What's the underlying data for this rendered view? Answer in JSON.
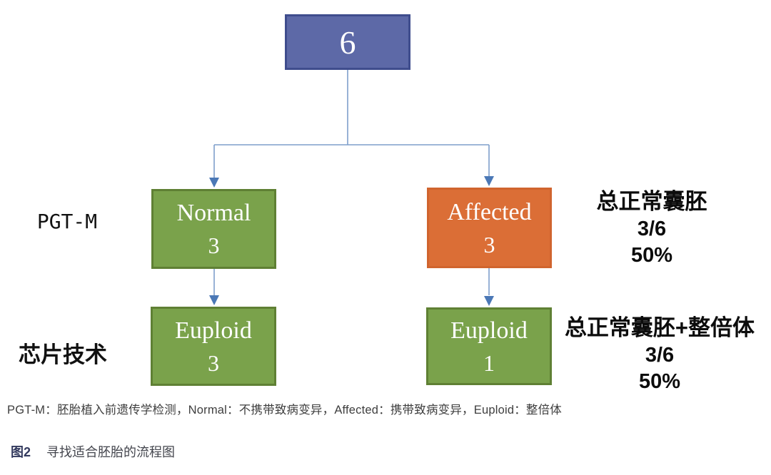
{
  "diagram": {
    "root": {
      "value": "6"
    },
    "branch_labels": {
      "row1": "PGT-M",
      "row2": "芯片技术"
    },
    "nodes": {
      "normal": {
        "name": "Normal",
        "count": "3"
      },
      "affected": {
        "name": "Affected",
        "count": "3"
      },
      "euploid_left": {
        "name": "Euploid",
        "count": "3"
      },
      "euploid_right": {
        "name": "Euploid",
        "count": "1"
      }
    },
    "annotations": {
      "right_top": {
        "title": "总正常囊胚",
        "fraction": "3/6",
        "percent": "50%"
      },
      "right_bottom": {
        "title": "总正常囊胚+整倍体",
        "fraction": "3/6",
        "percent": "50%"
      }
    },
    "colors": {
      "root_fill": "#5d69a7",
      "root_border": "#3f4d8d",
      "green_fill": "#7aa24b",
      "green_border": "#5f8034",
      "orange_fill": "#db6e36",
      "connector_line": "#7e9fcb",
      "arrowhead": "#4b78b6"
    }
  },
  "footnote": "PGT-M：胚胎植入前遗传学检测，Normal：不携带致病变异，Affected：携带致病变异，Euploid：整倍体",
  "caption": {
    "label": "图2",
    "text": "寻找适合胚胎的流程图"
  }
}
